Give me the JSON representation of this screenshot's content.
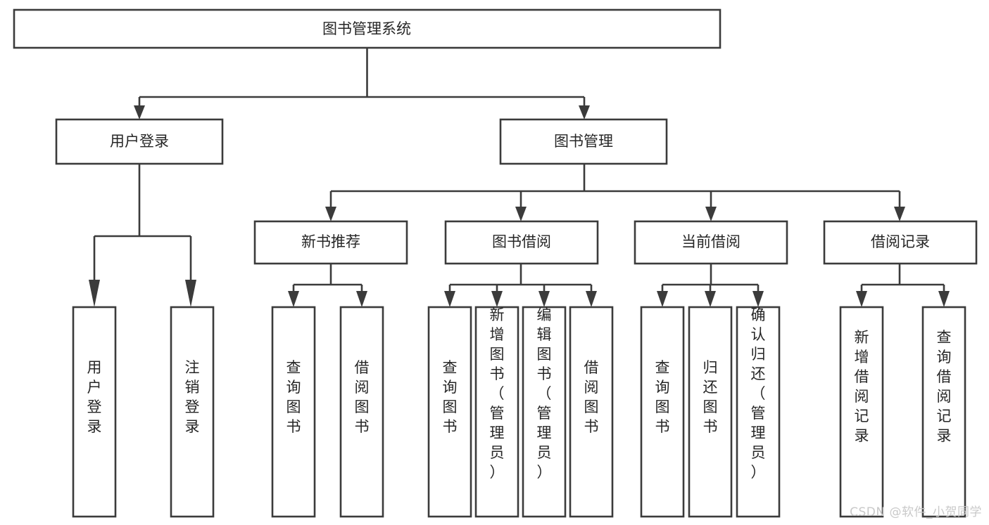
{
  "diagram": {
    "title": "图书管理系统",
    "type": "tree-hierarchy-diagram",
    "root": {
      "id": "root",
      "label": "图书管理系统"
    },
    "level2": [
      {
        "id": "user-login",
        "label": "用户登录"
      },
      {
        "id": "book-management",
        "label": "图书管理"
      }
    ],
    "level3": [
      {
        "id": "new-book-recommend",
        "label": "新书推荐",
        "parent": "book-management"
      },
      {
        "id": "book-borrow",
        "label": "图书借阅",
        "parent": "book-management"
      },
      {
        "id": "current-borrow",
        "label": "当前借阅",
        "parent": "book-management"
      },
      {
        "id": "borrow-record",
        "label": "借阅记录",
        "parent": "book-management"
      }
    ],
    "leaves": {
      "user_login": [
        {
          "id": "leaf-user-login",
          "label": "用户登录"
        },
        {
          "id": "leaf-logout-login",
          "label": "注销登录"
        }
      ],
      "new_book_recommend": [
        {
          "id": "leaf-query-book-1",
          "label": "查询图书"
        },
        {
          "id": "leaf-borrow-book-1",
          "label": "借阅图书"
        }
      ],
      "book_borrow": [
        {
          "id": "leaf-query-book-2",
          "label": "查询图书"
        },
        {
          "id": "leaf-add-book",
          "label": "新增图书（管理员）"
        },
        {
          "id": "leaf-edit-book",
          "label": "编辑图书（管理员）"
        },
        {
          "id": "leaf-borrow-book-2",
          "label": "借阅图书"
        }
      ],
      "current_borrow": [
        {
          "id": "leaf-query-book-3",
          "label": "查询图书"
        },
        {
          "id": "leaf-return-book",
          "label": "归还图书"
        },
        {
          "id": "leaf-confirm-return",
          "label": "确认归还（管理员）"
        }
      ],
      "borrow_record": [
        {
          "id": "leaf-add-record",
          "label": "新增借阅记录"
        },
        {
          "id": "leaf-query-record",
          "label": "查询借阅记录"
        }
      ]
    },
    "colors": {
      "box_stroke": "#3b3b3b",
      "box_fill": "#ffffff",
      "connector": "#3b3b3b",
      "text": "#262626",
      "background": "#ffffff",
      "watermark": "#c9c9c9"
    }
  },
  "watermark": {
    "text": "CSDN @软件_小贺同学"
  }
}
